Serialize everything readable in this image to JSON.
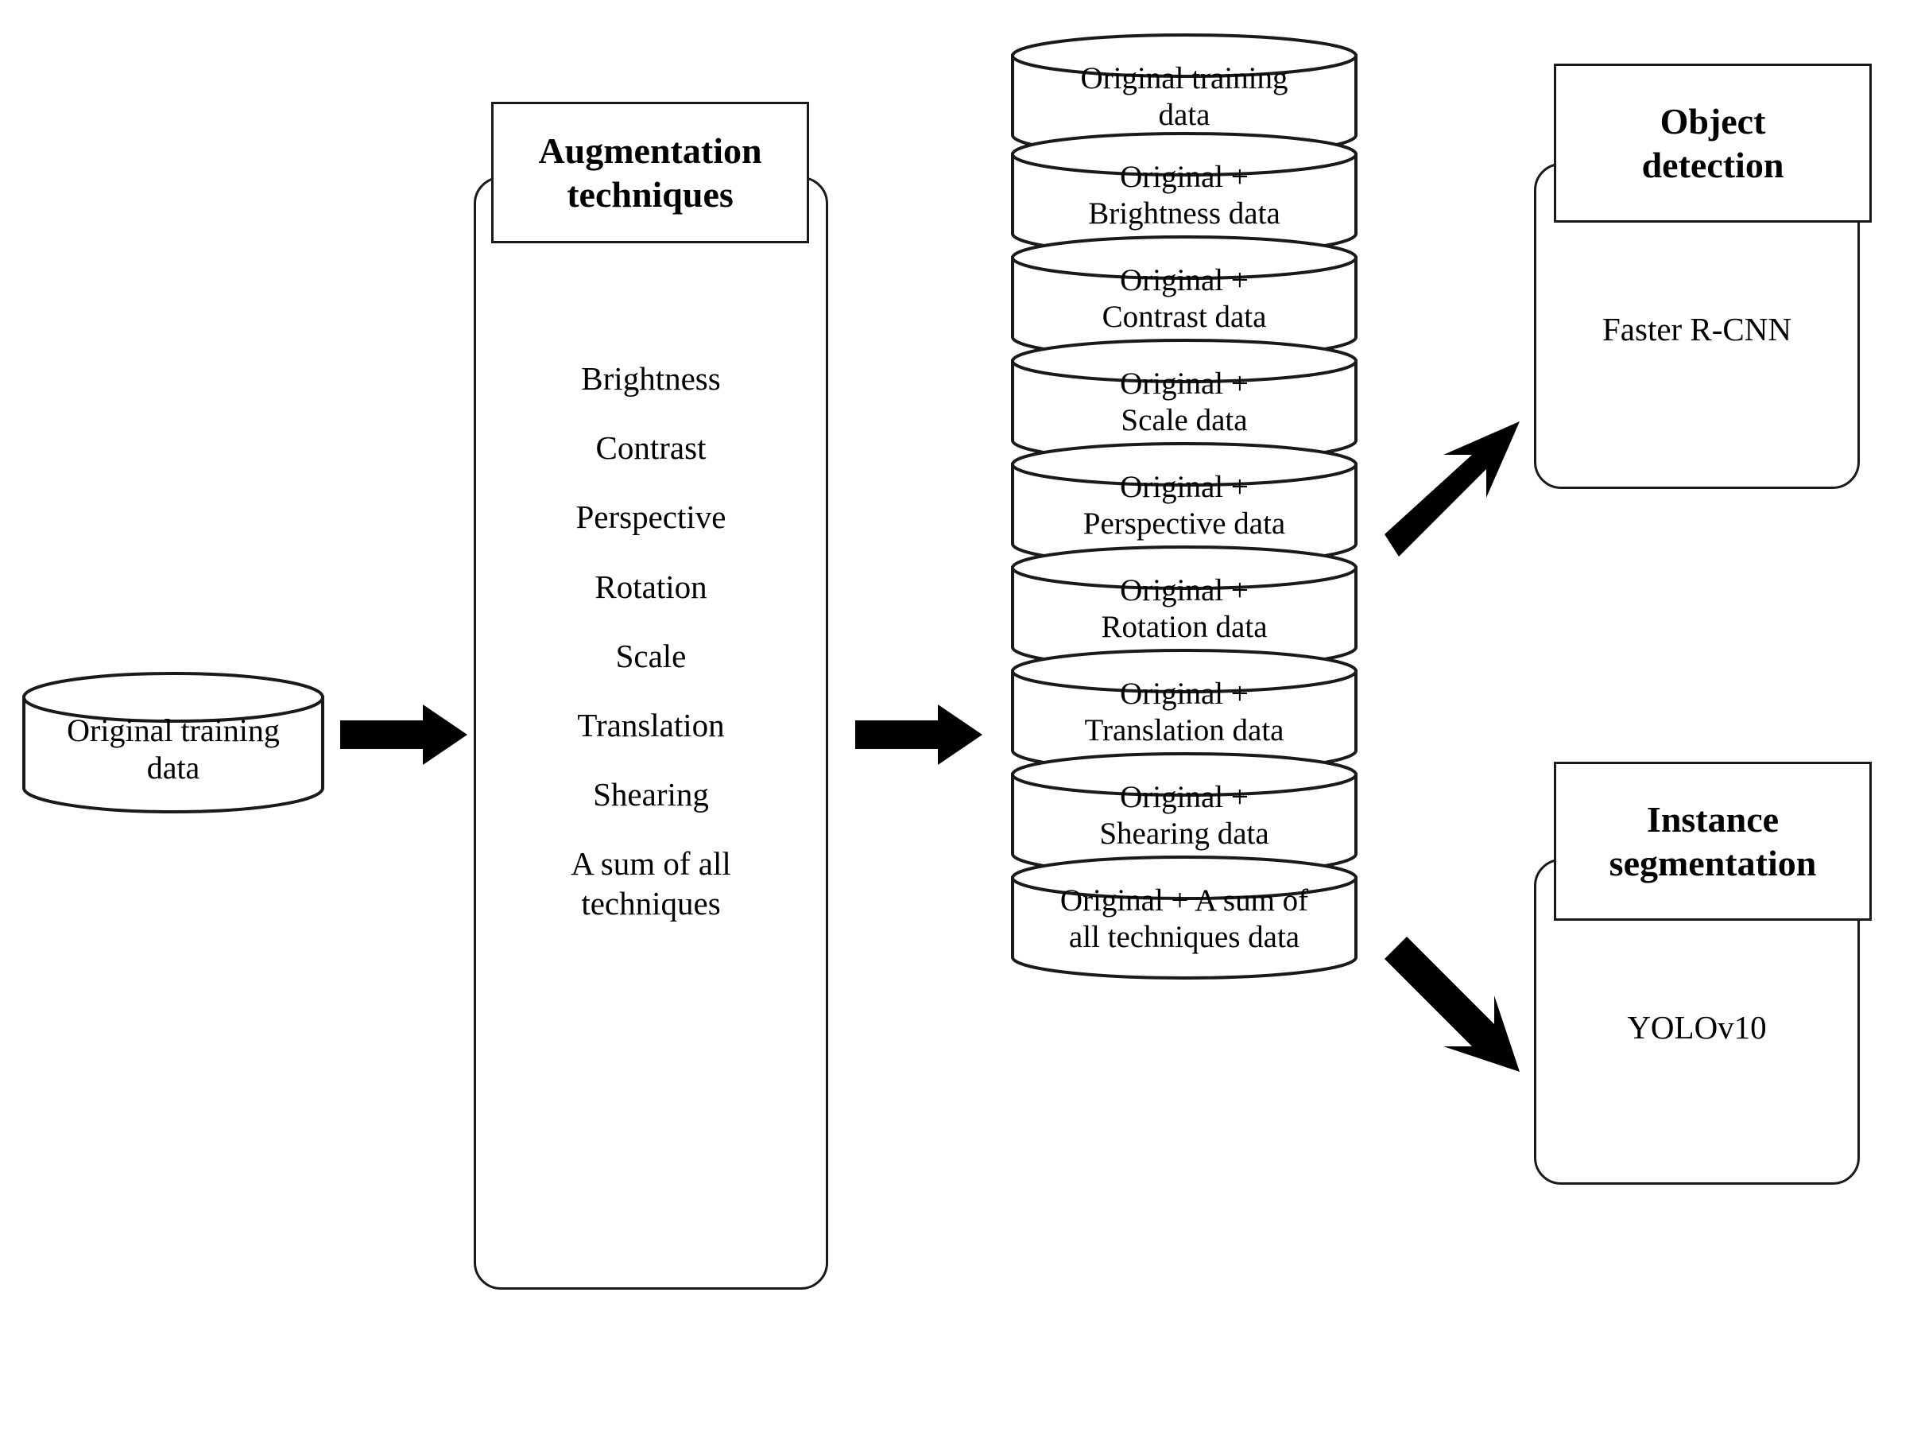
{
  "diagram": {
    "title": "Data augmentation experimental pipeline",
    "stroke_color": "#1a1a1a",
    "fill_color": "#ffffff",
    "arrow_color": "#000000"
  },
  "input": {
    "cylinder_label": "Original training\ndata"
  },
  "augmentation": {
    "header": "Augmentation\ntechniques",
    "techniques": [
      {
        "label": "Brightness"
      },
      {
        "label": "Contrast"
      },
      {
        "label": "Perspective"
      },
      {
        "label": "Rotation"
      },
      {
        "label": "Scale"
      },
      {
        "label": "Translation"
      },
      {
        "label": "Shearing"
      },
      {
        "label": "A sum of all\ntechniques"
      }
    ]
  },
  "datasets": [
    {
      "label": "Original training\ndata"
    },
    {
      "label": "Original +\nBrightness data"
    },
    {
      "label": "Original +\nContrast data"
    },
    {
      "label": "Original +\nScale data"
    },
    {
      "label": "Original +\nPerspective data"
    },
    {
      "label": "Original +\nRotation data"
    },
    {
      "label": "Original +\nTranslation data"
    },
    {
      "label": "Original +\nShearing data"
    },
    {
      "label": "Original + A sum of\nall techniques data"
    }
  ],
  "outputs": [
    {
      "header": "Object\ndetection",
      "model": "Faster R-CNN"
    },
    {
      "header": "Instance\nsegmentation",
      "model": "YOLOv10"
    }
  ],
  "arrows": [
    {
      "name": "arrow-input-to-augmentation",
      "direction": "right"
    },
    {
      "name": "arrow-augmentation-to-datasets",
      "direction": "right"
    },
    {
      "name": "arrow-datasets-to-object-detection",
      "direction": "up-right"
    },
    {
      "name": "arrow-datasets-to-instance-segmentation",
      "direction": "down-right"
    }
  ]
}
